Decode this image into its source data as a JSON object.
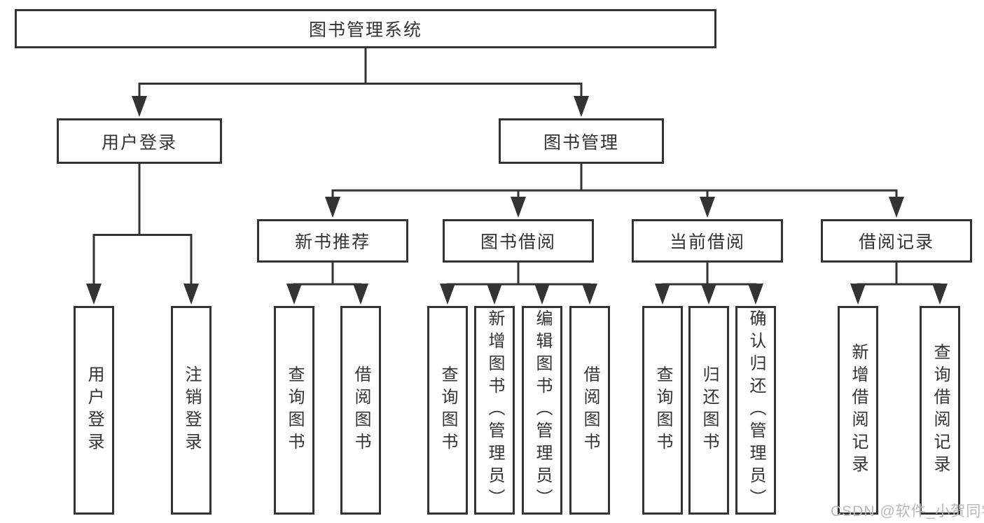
{
  "tree": {
    "root": {
      "label": "图书管理系统"
    },
    "user_login": {
      "label": "用户登录",
      "children": {
        "login": "用户登录",
        "logout": "注销登录"
      }
    },
    "book_management": {
      "label": "图书管理",
      "sections": {
        "new_book_recommend": {
          "label": "新书推荐",
          "children": {
            "query_books": "查询图书",
            "borrow_books": "借阅图书"
          }
        },
        "book_borrowing": {
          "label": "图书借阅",
          "children": {
            "query_books": "查询图书",
            "add_book_admin": "新增图书（管理员）",
            "edit_book_admin": "编辑图书（管理员）",
            "borrow_books": "借阅图书"
          }
        },
        "current_borrowing": {
          "label": "当前借阅",
          "children": {
            "query_books": "查询图书",
            "return_book": "归还图书",
            "confirm_return_admin": "确认归还（管理员）"
          }
        },
        "borrowing_records": {
          "label": "借阅记录",
          "children": {
            "add_record": "新增借阅记录",
            "query_record": "查询借阅记录"
          }
        }
      }
    }
  },
  "watermark": "CSDN @软件_小贺同学",
  "colors": {
    "line": "#333333",
    "text": "#333333",
    "watermark": "#b9b9b9",
    "background": "#ffffff"
  }
}
